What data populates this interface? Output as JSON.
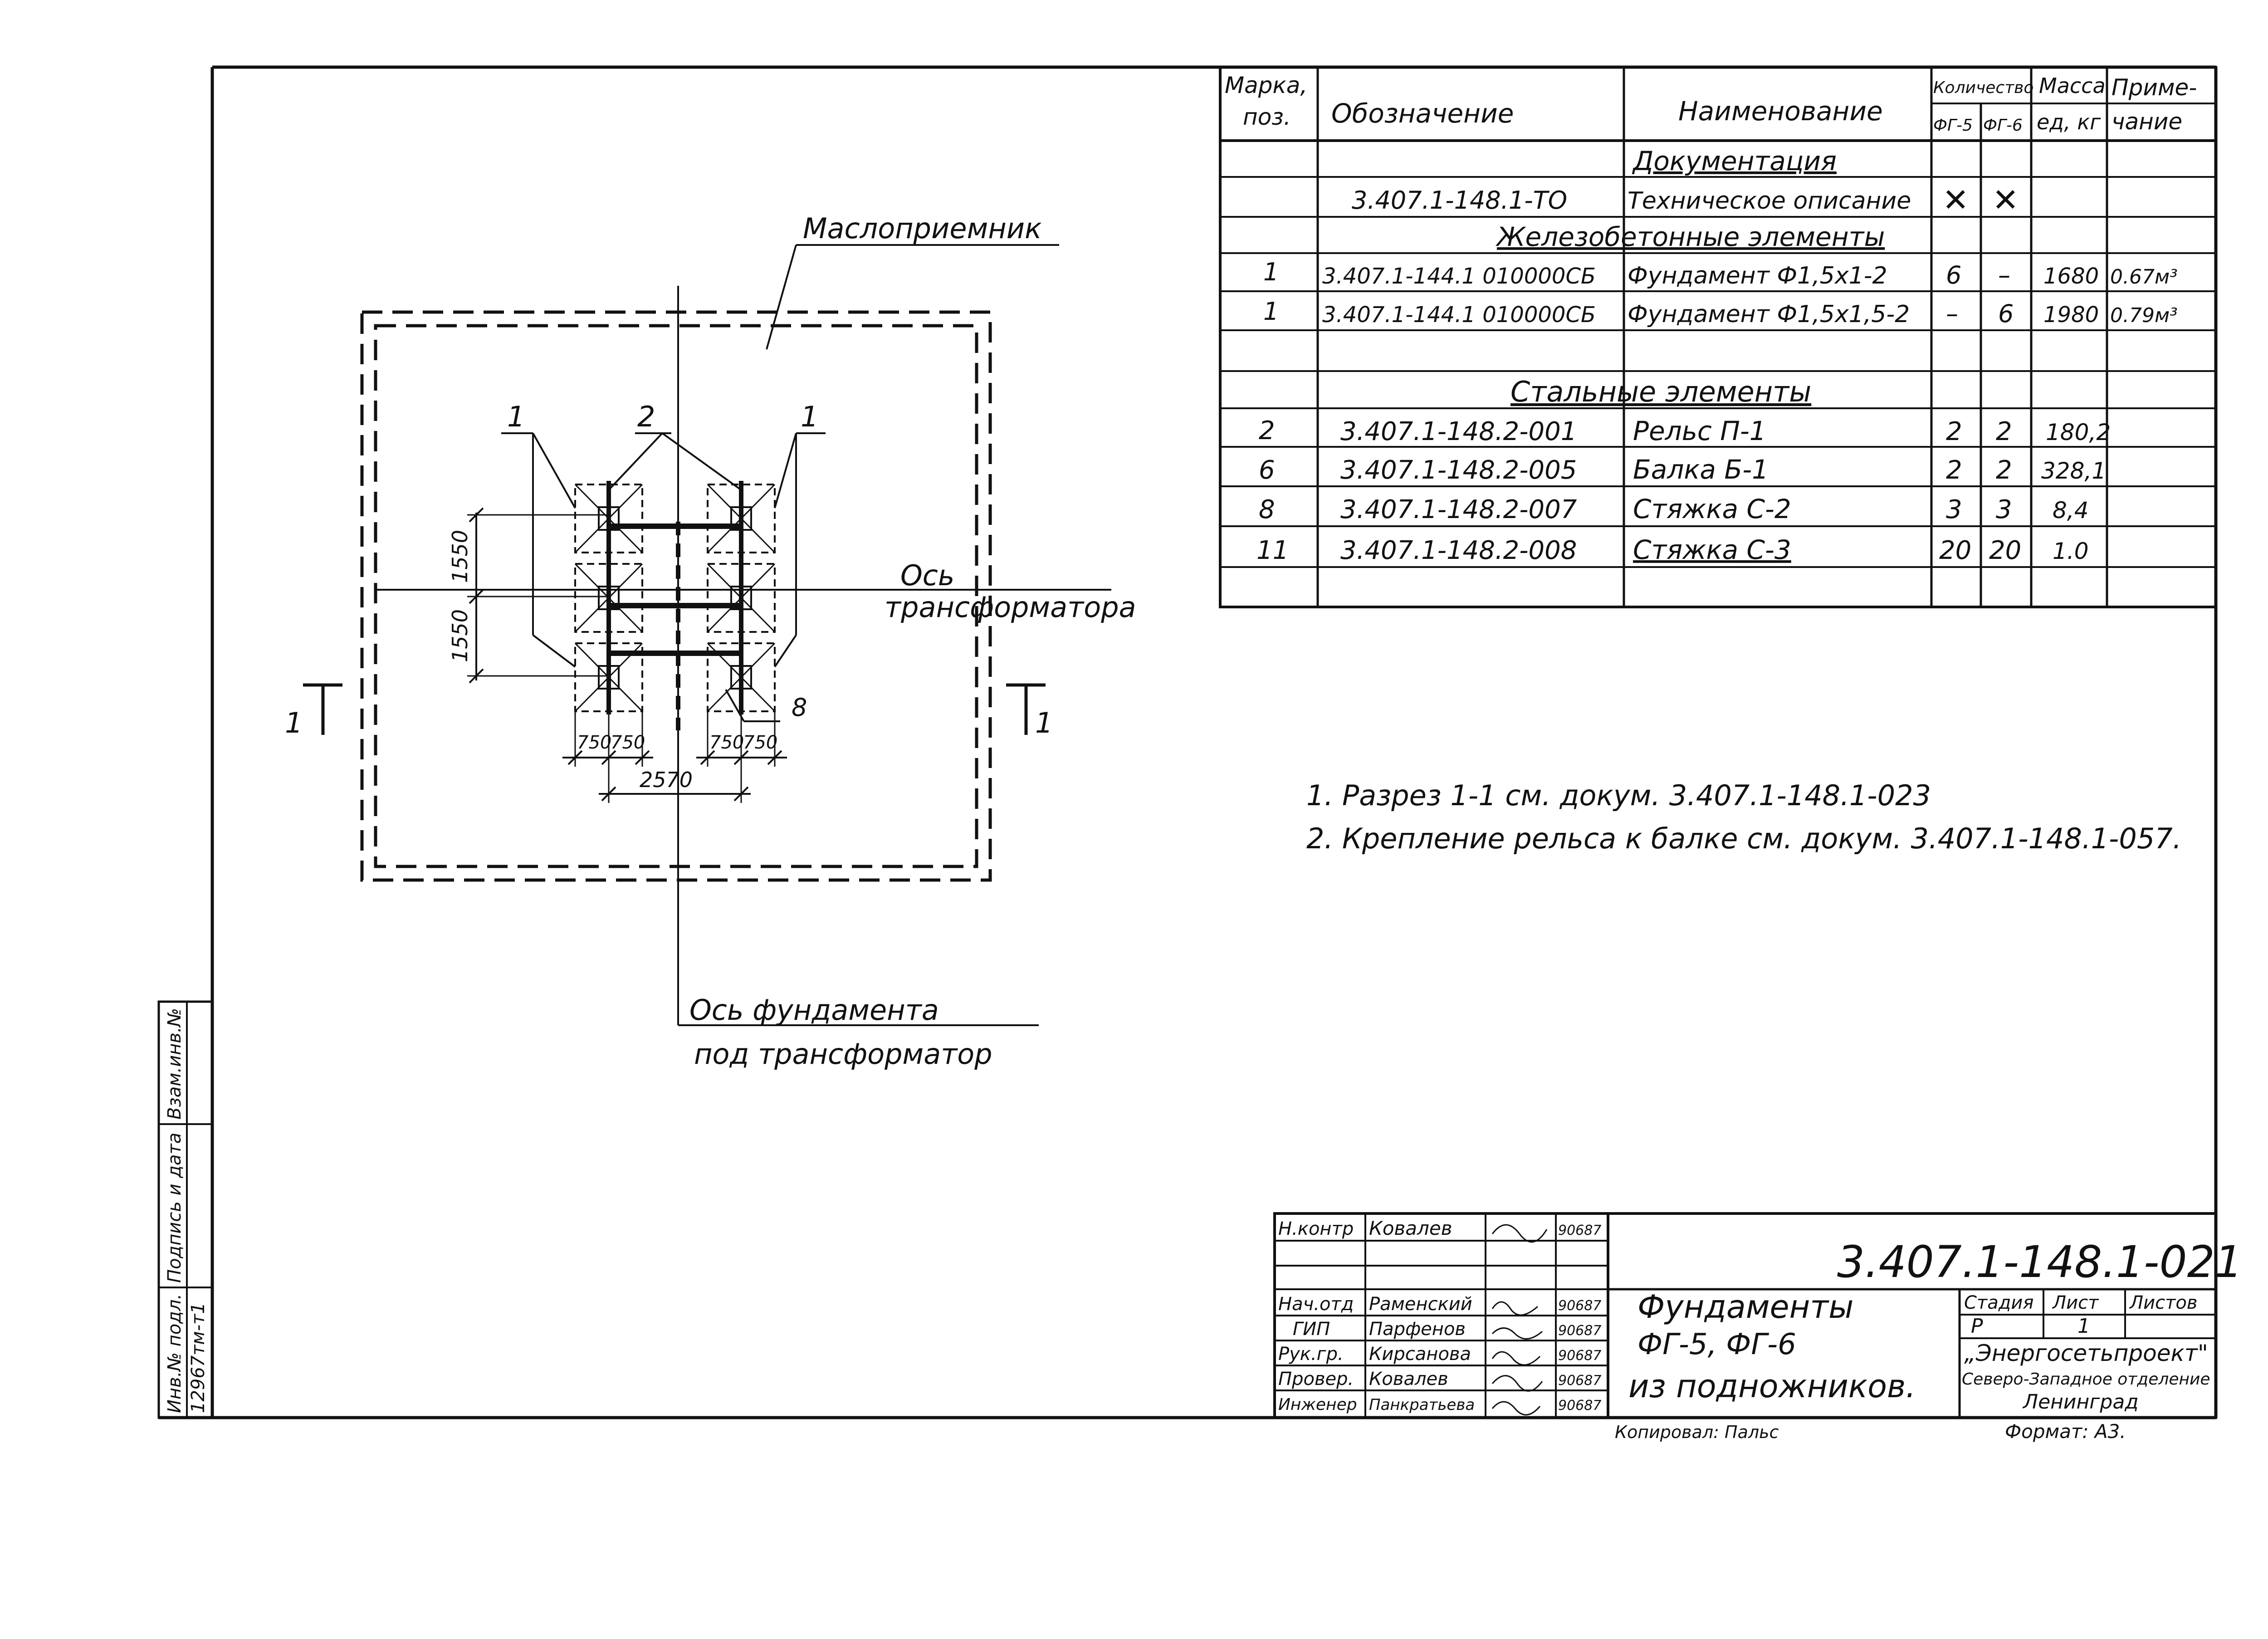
{
  "spec_table": {
    "headers": {
      "mark": [
        "Марка,",
        "поз."
      ],
      "designation": "Обозначение",
      "name": "Наименование",
      "qty": "Количество",
      "qty_fg5": "ФГ-5",
      "qty_fg6": "ФГ-6",
      "mass": [
        "Масса",
        "ед, кг"
      ],
      "note": [
        "Приме-",
        "чание"
      ]
    },
    "sections": {
      "docs": "Документация",
      "concrete": "Железобетонные элементы",
      "steel": "Стальные элементы"
    },
    "rows": [
      {
        "mark": "",
        "designation": "3.407.1-148.1-ТО",
        "name": "Техническое описание",
        "fg5": "✕",
        "fg6": "✕",
        "mass": "",
        "note": ""
      },
      {
        "mark": "1",
        "designation": "3.407.1-144.1 010000СБ",
        "name": "Фундамент Ф1,5х1-2",
        "fg5": "6",
        "fg6": "–",
        "mass": "1680",
        "note": "0.67м³"
      },
      {
        "mark": "1",
        "designation": "3.407.1-144.1 010000СБ",
        "name": "Фундамент Ф1,5х1,5-2",
        "fg5": "–",
        "fg6": "6",
        "mass": "1980",
        "note": "0.79м³"
      },
      {
        "mark": "2",
        "designation": "3.407.1-148.2-001",
        "name": "Рельс П-1",
        "fg5": "2",
        "fg6": "2",
        "mass": "180,2",
        "note": ""
      },
      {
        "mark": "6",
        "designation": "3.407.1-148.2-005",
        "name": "Балка Б-1",
        "fg5": "2",
        "fg6": "2",
        "mass": "328,1",
        "note": ""
      },
      {
        "mark": "8",
        "designation": "3.407.1-148.2-007",
        "name": "Стяжка С-2",
        "fg5": "3",
        "fg6": "3",
        "mass": "8,4",
        "note": ""
      },
      {
        "mark": "11",
        "designation": "3.407.1-148.2-008",
        "name": "Стяжка С-3",
        "fg5": "20",
        "fg6": "20",
        "mass": "1.0",
        "note": ""
      }
    ]
  },
  "drawing": {
    "oil_receiver": "Маслоприемник",
    "transformer_axis": [
      "Ось",
      "трансформатора"
    ],
    "foundation_axis": [
      "Ось фундамента",
      "под трансформатор"
    ],
    "callouts": [
      "1",
      "2",
      "1",
      "8"
    ],
    "dims": {
      "v1": "1550",
      "v2": "1550",
      "h_left": [
        "750",
        "750"
      ],
      "h_right": [
        "750",
        "750"
      ],
      "span": "2570"
    },
    "section_marks": [
      "1",
      "1"
    ]
  },
  "notes": [
    "1. Разрез 1-1 см. докум. 3.407.1-148.1-023",
    "2. Крепление рельса к балке см. докум. 3.407.1-148.1-057."
  ],
  "title_block": {
    "code": "3.407.1-148.1-021",
    "title": [
      "Фундаменты",
      "ФГ-5, ФГ-6",
      "из подножников."
    ],
    "signatures": [
      {
        "role": "Н.контр",
        "name": "Ковалев",
        "date": "90687"
      },
      {
        "role": "Нач.отд",
        "name": "Раменский",
        "date": "90687"
      },
      {
        "role": "ГИП",
        "name": "Парфенов",
        "date": "90687"
      },
      {
        "role": "Рук.гр.",
        "name": "Кирсанова",
        "date": "90687"
      },
      {
        "role": "Провер.",
        "name": "Ковалев",
        "date": "90687"
      },
      {
        "role": "Инженер",
        "name": "Панкратьева",
        "date": "90687"
      }
    ],
    "stage_label": "Стадия",
    "sheet_label": "Лист",
    "sheets_label": "Листов",
    "stage": "Р",
    "sheet": "1",
    "org": [
      "„Энергосетьпроект\"",
      "Северо-Западное отделение",
      "Ленинград"
    ],
    "copied": "Копировал: Пальс",
    "format": "Формат: А3."
  },
  "side_stamp": {
    "inv_no_label": "Инв.№ подл.",
    "sign_label": "Подпись и дата",
    "replace_label": "Взам.инв.№",
    "inv_no": "12967тм-т1"
  }
}
